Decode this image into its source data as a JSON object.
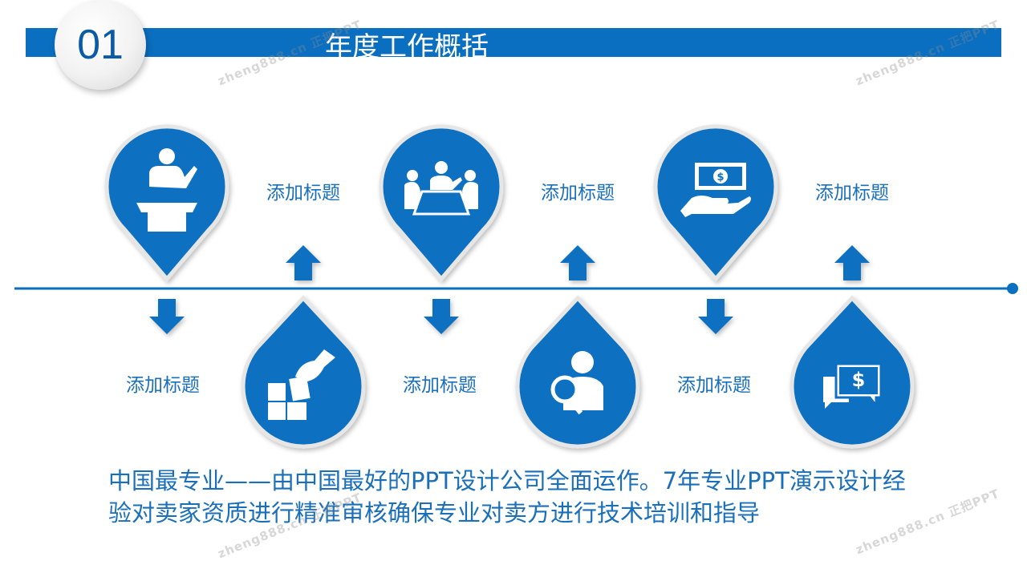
{
  "header": {
    "number": "01",
    "title": "年度工作概括"
  },
  "timeline": {
    "top_items": [
      {
        "icon": "speaker-podium-icon",
        "label_pos": "below"
      },
      {
        "icon": "meeting-table-icon"
      },
      {
        "icon": "hand-money-icon"
      }
    ],
    "bottom_items": [
      {
        "icon": "hand-puzzle-icon"
      },
      {
        "icon": "person-magnifier-icon"
      },
      {
        "icon": "money-chat-icon"
      }
    ],
    "top_labels": [
      "添加标题",
      "添加标题",
      "添加标题"
    ],
    "bottom_labels": [
      "添加标题",
      "添加标题",
      "添加标题"
    ]
  },
  "body": {
    "text": "中国最专业——由中国最好的PPT设计公司全面运作。7年专业PPT演示设计经验对卖家资质进行精准审核确保专业对卖方进行技术培训和指导"
  },
  "watermark": "zheng888.cn 正把PPT",
  "colors": {
    "accent": "#0a6fc0",
    "text": "#1a6fba"
  }
}
